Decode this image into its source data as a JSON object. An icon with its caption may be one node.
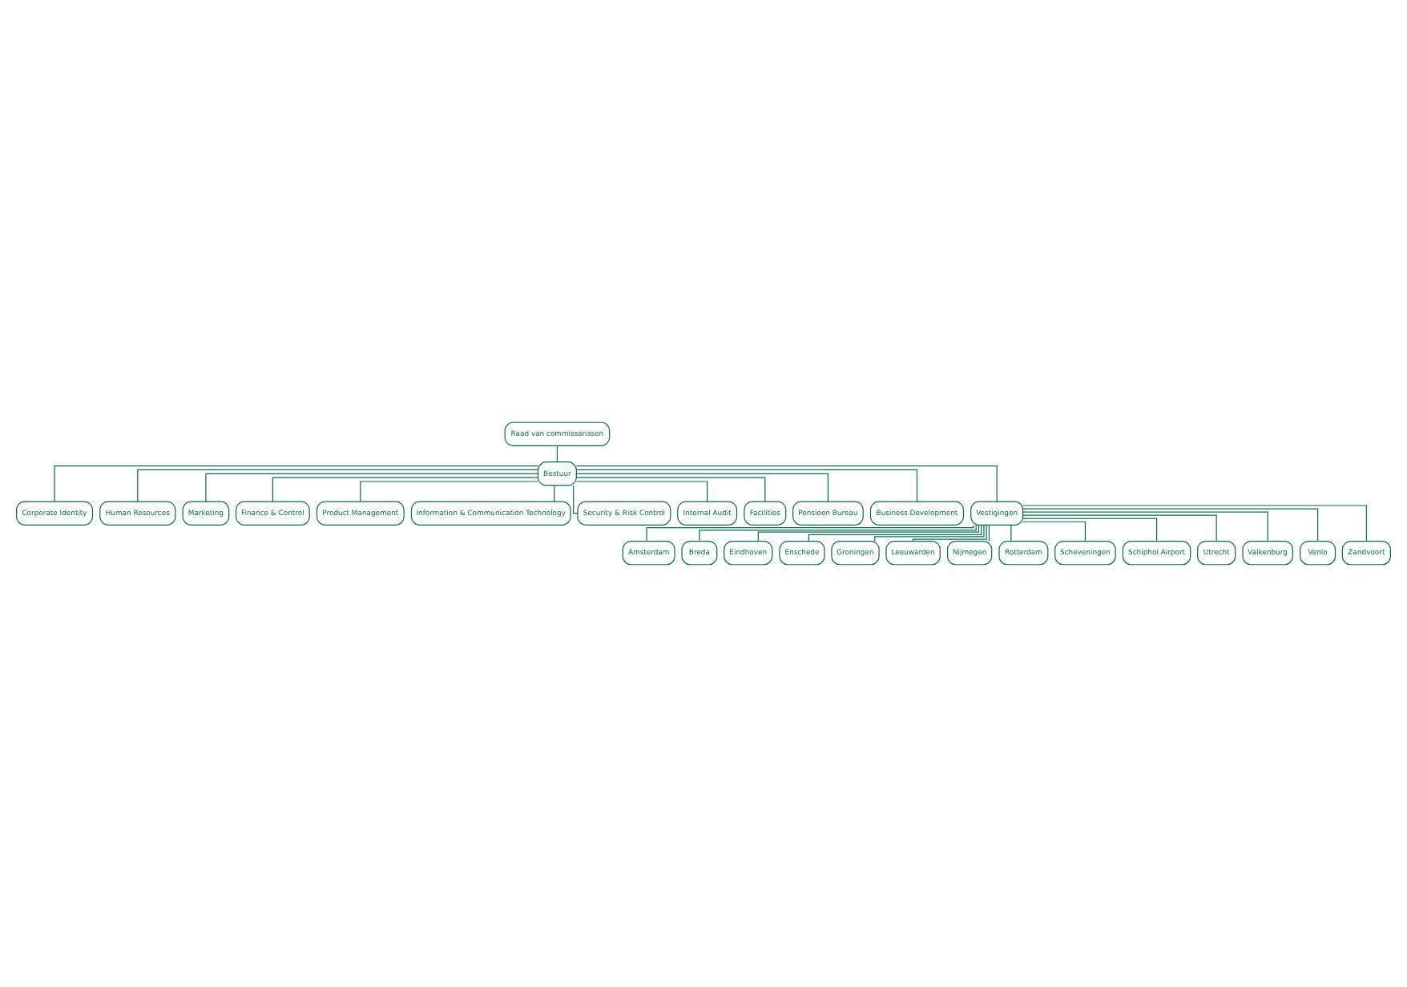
{
  "diagram": {
    "nodes": [
      {
        "text": [
          "Raad van commissarissen"
        ]
      },
      {
        "text": [
          "Bestuur"
        ]
      },
      {
        "text": [
          "Corporate Identity"
        ]
      },
      {
        "text": [
          "Human Resources"
        ]
      },
      {
        "text": [
          "Marketing"
        ]
      },
      {
        "text": [
          "Finance & Control"
        ]
      },
      {
        "text": [
          "Product Management"
        ]
      },
      {
        "text": [
          "Information & Communication Technology"
        ]
      },
      {
        "text": [
          "Security & Risk Control"
        ]
      },
      {
        "text": [
          "Internal Audit"
        ]
      },
      {
        "text": [
          "Facilities"
        ]
      },
      {
        "text": [
          "Pensioen Bureau"
        ]
      },
      {
        "text": [
          "Business Development"
        ]
      },
      {
        "text": [
          "Vestigingen"
        ]
      },
      {
        "text": [
          "Amsterdam"
        ]
      },
      {
        "text": [
          "Breda"
        ]
      },
      {
        "text": [
          "Eindhoven"
        ]
      },
      {
        "text": [
          "Enschede"
        ]
      },
      {
        "text": [
          "Groningen"
        ]
      },
      {
        "text": [
          "Leeuwarden"
        ]
      },
      {
        "text": [
          "Nijmegen"
        ]
      },
      {
        "text": [
          "Rotterdam"
        ]
      },
      {
        "text": [
          "Scheveningen"
        ]
      },
      {
        "text": [
          "Schiphol Airport"
        ]
      },
      {
        "text": [
          "Utrecht"
        ]
      },
      {
        "text": [
          "Valkenburg"
        ]
      },
      {
        "text": [
          "Venlo"
        ]
      },
      {
        "text": [
          "Zandvoort"
        ]
      }
    ],
    "edges": [
      {
        "from": 0,
        "to": 1,
        "arrow": "none"
      },
      {
        "from": 1,
        "to": 2,
        "arrow": "none"
      },
      {
        "from": 1,
        "to": 3,
        "arrow": "none"
      },
      {
        "from": 1,
        "to": 4,
        "arrow": "none"
      },
      {
        "from": 1,
        "to": 5,
        "arrow": "none"
      },
      {
        "from": 1,
        "to": 6,
        "arrow": "none"
      },
      {
        "from": 1,
        "to": 7,
        "arrow": "none"
      },
      {
        "from": 1,
        "to": 8,
        "arrow": "none"
      },
      {
        "from": 1,
        "to": 9,
        "arrow": "none"
      },
      {
        "from": 1,
        "to": 10,
        "arrow": "none"
      },
      {
        "from": 1,
        "to": 11,
        "arrow": "none"
      },
      {
        "from": 1,
        "to": 12,
        "arrow": "none"
      },
      {
        "from": 1,
        "to": 13,
        "arrow": "none"
      },
      {
        "from": 13,
        "to": 14,
        "arrow": "none"
      },
      {
        "from": 13,
        "to": 15,
        "arrow": "none"
      },
      {
        "from": 13,
        "to": 16,
        "arrow": "none"
      },
      {
        "from": 13,
        "to": 17,
        "arrow": "none"
      },
      {
        "from": 13,
        "to": 18,
        "arrow": "none"
      },
      {
        "from": 13,
        "to": 19,
        "arrow": "none"
      },
      {
        "from": 13,
        "to": 20,
        "arrow": "none"
      },
      {
        "from": 13,
        "to": 21,
        "arrow": "none"
      },
      {
        "from": 13,
        "to": 22,
        "arrow": "none"
      },
      {
        "from": 13,
        "to": 23,
        "arrow": "none"
      },
      {
        "from": 13,
        "to": 24,
        "arrow": "none"
      },
      {
        "from": 13,
        "to": 25,
        "arrow": "none"
      },
      {
        "from": 13,
        "to": 26,
        "arrow": "none"
      },
      {
        "from": 13,
        "to": 27,
        "arrow": "none"
      }
    ]
  }
}
